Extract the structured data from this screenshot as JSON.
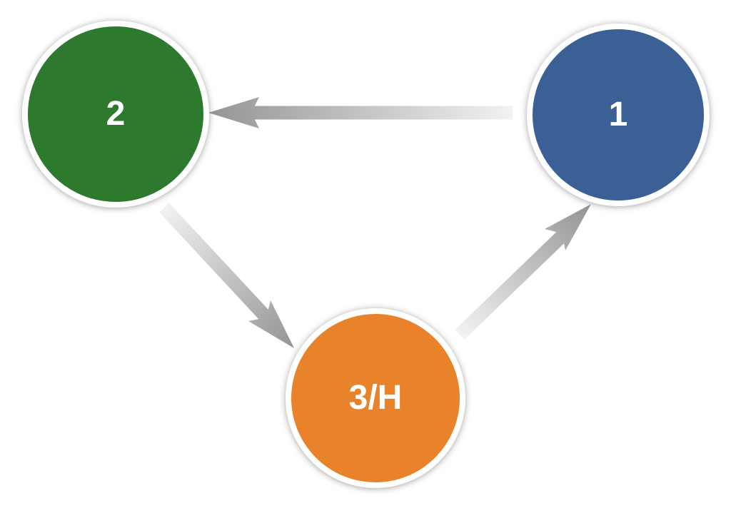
{
  "diagram": {
    "type": "cycle-diagram",
    "background_color": "#ffffff",
    "nodes": [
      {
        "id": "node-1",
        "label": "1",
        "color": "#3b6096",
        "text_color": "#ffffff",
        "position": "top-right"
      },
      {
        "id": "node-2",
        "label": "2",
        "color": "#2d7a2e",
        "text_color": "#ffffff",
        "position": "top-left"
      },
      {
        "id": "node-3",
        "label": "3/H",
        "color": "#e8832c",
        "text_color": "#ffffff",
        "position": "bottom-center"
      }
    ],
    "edges": [
      {
        "from": "1",
        "to": "2",
        "description": "horizontal arrow pointing left from node 1 to node 2"
      },
      {
        "from": "2",
        "to": "3/H",
        "description": "diagonal arrow pointing down-right from node 2 to node 3/H"
      },
      {
        "from": "3/H",
        "to": "1",
        "description": "diagonal arrow pointing up-right from node 3/H to node 1"
      }
    ],
    "colors": {
      "arrow_dark": "#949494",
      "arrow_light": "#f2f2f2",
      "node_ring": "#ffffff"
    }
  }
}
